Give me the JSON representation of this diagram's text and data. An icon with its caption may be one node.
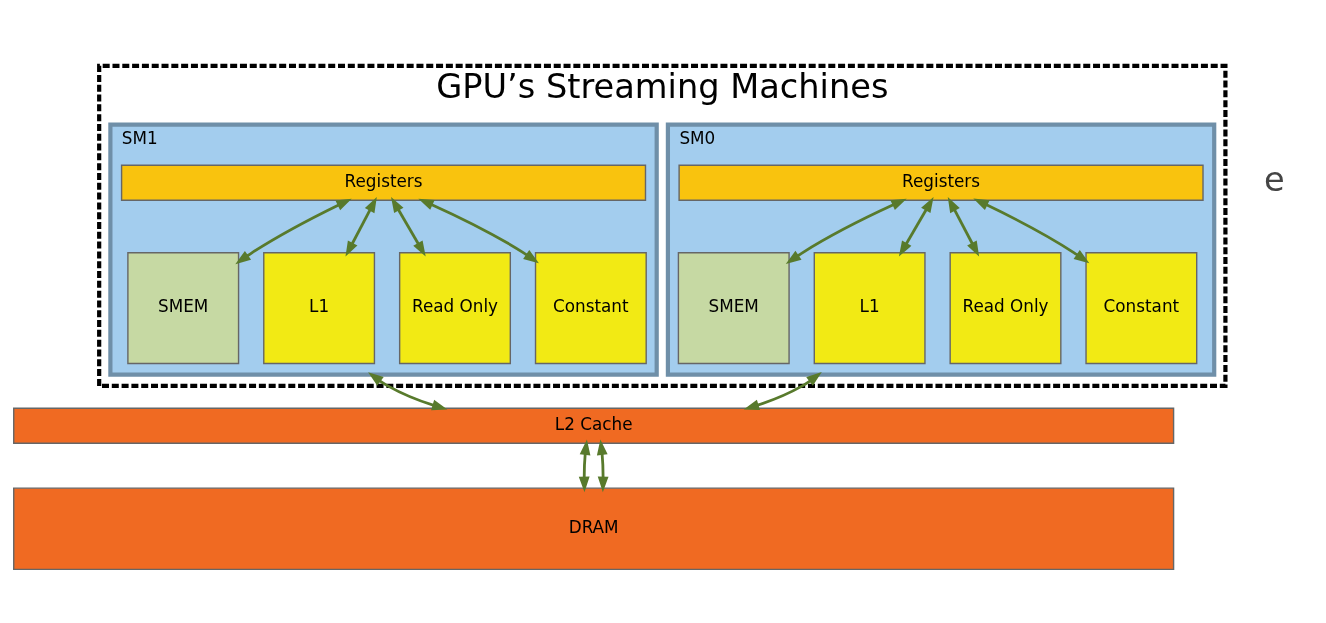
{
  "diagram": {
    "nodes": [
      {
        "text": [
          "GPU’s Streaming Machines"
        ]
      },
      {
        "text": [
          "SM0"
        ],
        "in": 0
      },
      {
        "text": [
          "Registers"
        ],
        "in": 1
      },
      {
        "text": [
          "SMEM"
        ],
        "in": 1
      },
      {
        "text": [
          "L1"
        ],
        "in": 1
      },
      {
        "text": [
          "Read Only"
        ],
        "in": 1
      },
      {
        "text": [
          "Constant"
        ],
        "in": 1
      },
      {
        "text": [
          "SM1"
        ],
        "in": 0
      },
      {
        "text": [
          "Registers"
        ],
        "in": 7
      },
      {
        "text": [
          "SMEM"
        ],
        "in": 7
      },
      {
        "text": [
          "L1"
        ],
        "in": 7
      },
      {
        "text": [
          "Read Only"
        ],
        "in": 7
      },
      {
        "text": [
          "Constant"
        ],
        "in": 7
      },
      {
        "text": [
          "L2 Cache"
        ]
      },
      {
        "text": [
          "DRAM"
        ]
      }
    ],
    "edges": [
      {
        "from": 2,
        "to": 3,
        "arrow": "both"
      },
      {
        "from": 2,
        "to": 4,
        "arrow": "both"
      },
      {
        "from": 2,
        "to": 5,
        "arrow": "both"
      },
      {
        "from": 2,
        "to": 6,
        "arrow": "both"
      },
      {
        "from": 8,
        "to": 9,
        "arrow": "both"
      },
      {
        "from": 8,
        "to": 10,
        "arrow": "both"
      },
      {
        "from": 8,
        "to": 11,
        "arrow": "both"
      },
      {
        "from": 8,
        "to": 12,
        "arrow": "both"
      },
      {
        "from": 1,
        "to": 13,
        "arrow": "both"
      },
      {
        "from": 7,
        "to": 13,
        "arrow": "both"
      },
      {
        "from": 13,
        "to": 14,
        "arrow": "both"
      },
      {
        "from": 13,
        "to": 14,
        "arrow": "both"
      }
    ],
    "labels": [
      "e"
    ]
  }
}
